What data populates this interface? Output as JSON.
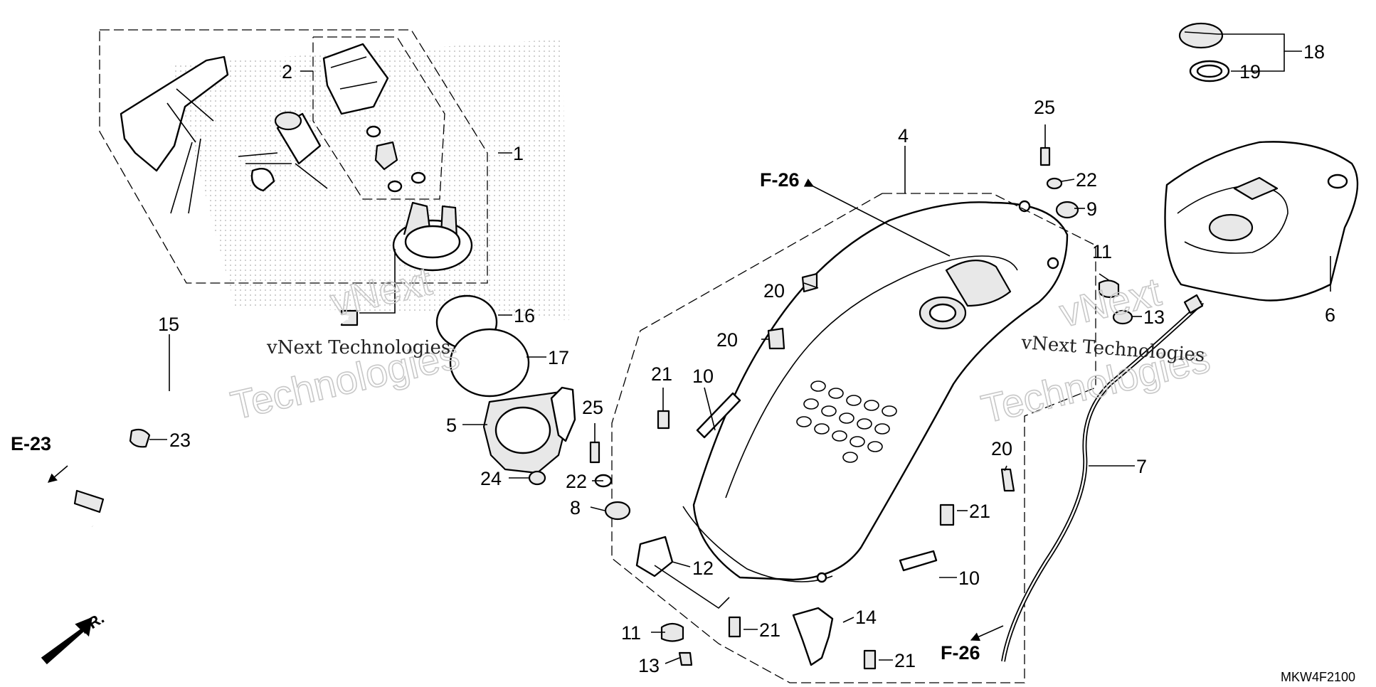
{
  "diagram_code": "MKW4F2100",
  "watermark": {
    "line_text": "vNext Technologies",
    "word_top": "vNext",
    "word_bottom": "Technologies"
  },
  "direction_label": "FR.",
  "references": {
    "e23": "E-23",
    "f26_top": "F-26",
    "f26_bottom": "F-26"
  },
  "callouts": {
    "c1": "1",
    "c2": "2",
    "c4": "4",
    "c5": "5",
    "c6": "6",
    "c7": "7",
    "c8": "8",
    "c9": "9",
    "c10a": "10",
    "c10b": "10",
    "c11a": "11",
    "c11b": "11",
    "c12": "12",
    "c13a": "13",
    "c13b": "13",
    "c14": "14",
    "c15": "15",
    "c16": "16",
    "c17": "17",
    "c18": "18",
    "c19": "19",
    "c20a": "20",
    "c20b": "20",
    "c20c": "20",
    "c21a": "21",
    "c21b": "21",
    "c21c": "21",
    "c21d": "21",
    "c22a": "22",
    "c22b": "22",
    "c23": "23",
    "c24": "24",
    "c25a": "25",
    "c25b": "25"
  }
}
